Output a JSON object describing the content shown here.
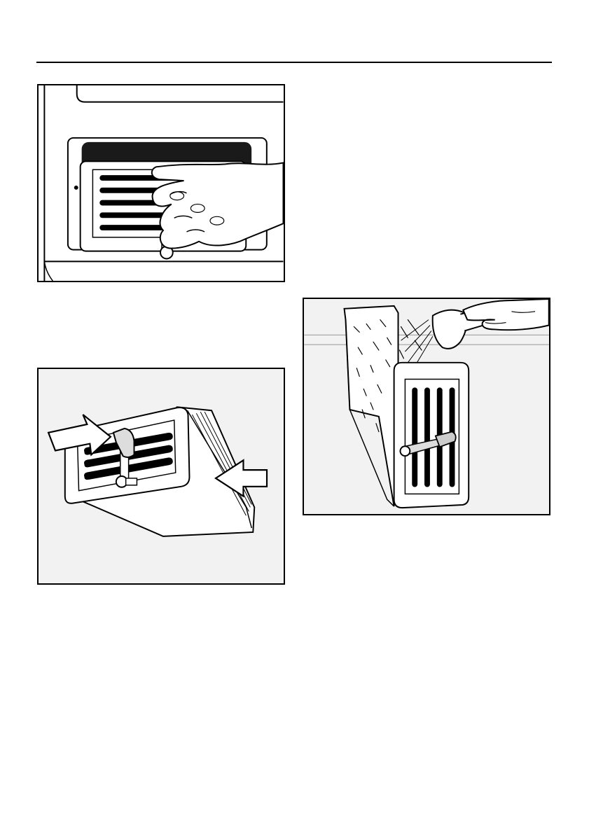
{
  "page": {
    "text_blocks": []
  },
  "figures": [
    {
      "id": "fig1",
      "icon": "hand-removing-fluff-filter-illustration"
    },
    {
      "id": "fig2",
      "icon": "filter-insertion-arrows-illustration"
    },
    {
      "id": "fig3",
      "icon": "rinsing-filter-under-tap-illustration"
    }
  ],
  "colors": {
    "ink": "#000000",
    "panel": "#f2f2f2",
    "paper": "#ffffff"
  }
}
